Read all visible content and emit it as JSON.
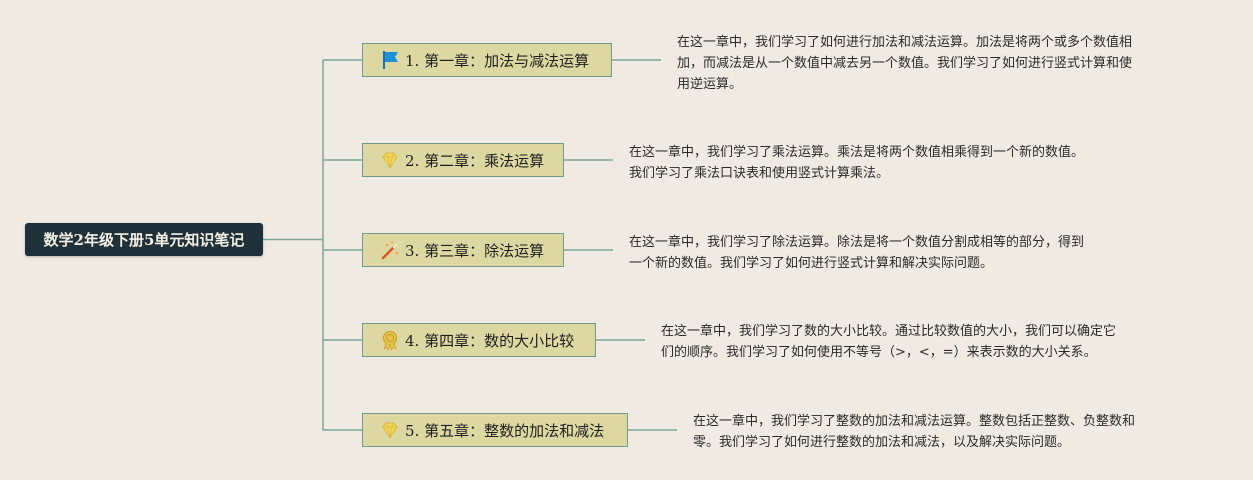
{
  "root": {
    "title": "数学2年级下册5单元知识笔记"
  },
  "chapters": [
    {
      "label": "1. 第一章：加法与减法运算",
      "icon": "flag-icon",
      "icon_color": "#1f8fd6",
      "note": "在这一章中，我们学习了如何进行加法和减法运算。加法是将两个或多个数值相\n加，而减法是从一个数值中减去另一个数值。我们学习了如何进行竖式计算和使\n用逆运算。"
    },
    {
      "label": "2. 第二章：乘法运算",
      "icon": "diamond-icon",
      "icon_color": "#f1d55a",
      "note": "在这一章中，我们学习了乘法运算。乘法是将两个数值相乘得到一个新的数值。\n我们学习了乘法口诀表和使用竖式计算乘法。"
    },
    {
      "label": "3. 第三章：除法运算",
      "icon": "magic-wand-icon",
      "icon_color": "#d9562b",
      "note": "在这一章中，我们学习了除法运算。除法是将一个数值分割成相等的部分，得到\n一个新的数值。我们学习了如何进行竖式计算和解决实际问题。"
    },
    {
      "label": "4. 第四章：数的大小比较",
      "icon": "medal-icon",
      "icon_color": "#e8c24a",
      "note": "在这一章中，我们学习了数的大小比较。通过比较数值的大小，我们可以确定它\n们的顺序。我们学习了如何使用不等号（>，<，=）来表示数的大小关系。"
    },
    {
      "label": "5. 第五章：整数的加法和减法",
      "icon": "diamond-icon",
      "icon_color": "#f1d55a",
      "note": "在这一章中，我们学习了整数的加法和减法运算。整数包括正整数、负整数和\n零。我们学习了如何进行整数的加法和减法，以及解决实际问题。"
    }
  ],
  "colors": {
    "background": "#efebe3",
    "root_fill": "#1e3038",
    "topic_fill": "#ddd8a2",
    "connector": "#7aa898"
  }
}
